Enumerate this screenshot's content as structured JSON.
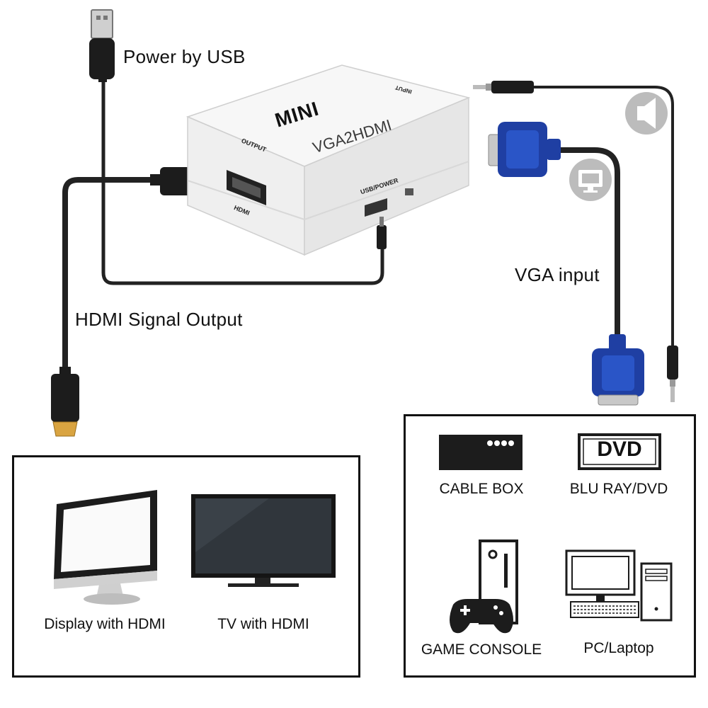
{
  "labels": {
    "power": "Power by USB",
    "hdmi_out": "HDMI Signal Output",
    "vga_in": "VGA input"
  },
  "device": {
    "brand": "MINI",
    "model": "VGA2HDMI",
    "output_label": "OUTPUT",
    "hdmi_label": "HDMI",
    "usb_power_label": "USB/POWER",
    "input_label": "INPUT",
    "body_color": "#f4f4f4"
  },
  "output_devices": [
    {
      "label": "Display with HDMI",
      "icon": "monitor-icon"
    },
    {
      "label": "TV with HDMI",
      "icon": "tv-icon"
    }
  ],
  "sources": [
    {
      "label": "CABLE BOX",
      "icon": "cable-box-icon"
    },
    {
      "label": "BLU RAY/DVD",
      "icon": "dvd-icon",
      "icon_text": "DVD"
    },
    {
      "label": "GAME CONSOLE",
      "icon": "game-console-icon"
    },
    {
      "label": "PC/Laptop",
      "icon": "pc-icon"
    }
  ],
  "colors": {
    "cable": "#2a2a2a",
    "vga_blue": "#1f3fa3",
    "gold": "#d9a441",
    "badge_gray": "#bcbcbc"
  }
}
